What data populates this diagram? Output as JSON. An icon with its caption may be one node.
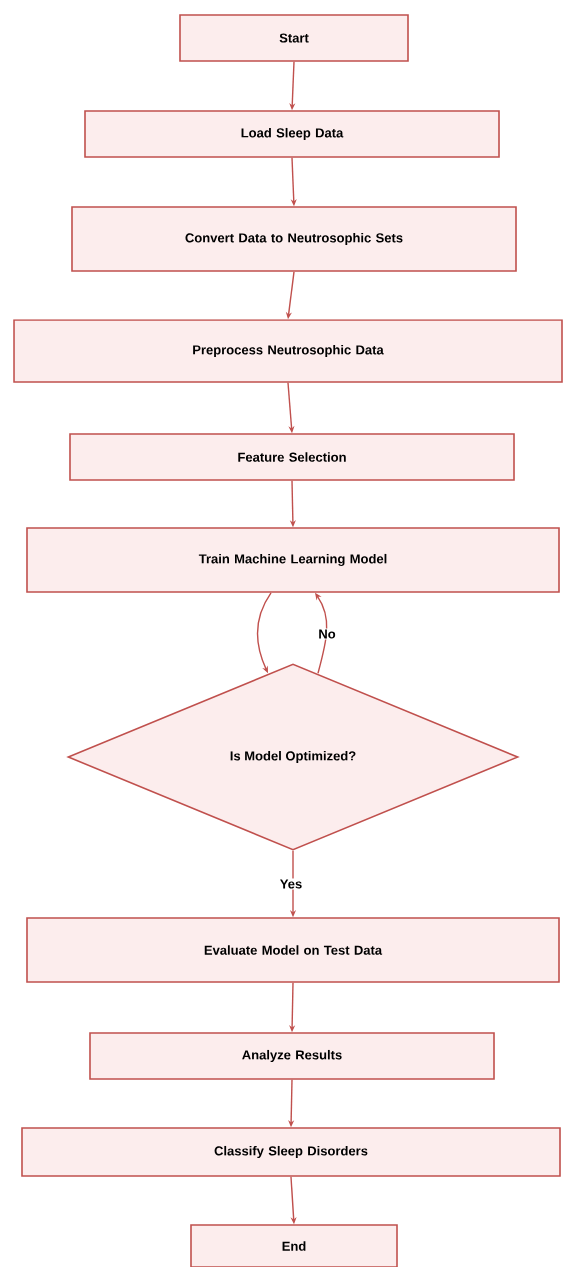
{
  "diagram": {
    "nodes": [
      {
        "text": [
          "Start"
        ]
      },
      {
        "text": [
          "Load Sleep Data"
        ]
      },
      {
        "text": [
          "Convert Data to Neutrosophic Sets"
        ]
      },
      {
        "text": [
          "Preprocess Neutrosophic Data"
        ]
      },
      {
        "text": [
          "Feature Selection"
        ]
      },
      {
        "text": [
          "Train Machine Learning Model"
        ]
      },
      {
        "text": [
          "Is Model Optimized?"
        ]
      },
      {
        "text": [
          "Evaluate Model on Test Data"
        ]
      },
      {
        "text": [
          "Analyze Results"
        ]
      },
      {
        "text": [
          "Classify Sleep Disorders"
        ]
      },
      {
        "text": [
          "End"
        ]
      }
    ],
    "edges": [
      {
        "from": 0,
        "to": 1,
        "arrow": "to"
      },
      {
        "from": 1,
        "to": 2,
        "arrow": "to"
      },
      {
        "from": 2,
        "to": 3,
        "arrow": "to"
      },
      {
        "from": 3,
        "to": 4,
        "arrow": "to"
      },
      {
        "from": 4,
        "to": 5,
        "arrow": "to"
      },
      {
        "from": 5,
        "to": 6,
        "arrow": "to"
      },
      {
        "from": 6,
        "to": 5,
        "arrow": "to",
        "label": "No"
      },
      {
        "from": 6,
        "to": 7,
        "arrow": "to",
        "label": "Yes"
      },
      {
        "from": 7,
        "to": 8,
        "arrow": "to"
      },
      {
        "from": 8,
        "to": 9,
        "arrow": "to"
      },
      {
        "from": 9,
        "to": 10,
        "arrow": "to"
      }
    ]
  }
}
